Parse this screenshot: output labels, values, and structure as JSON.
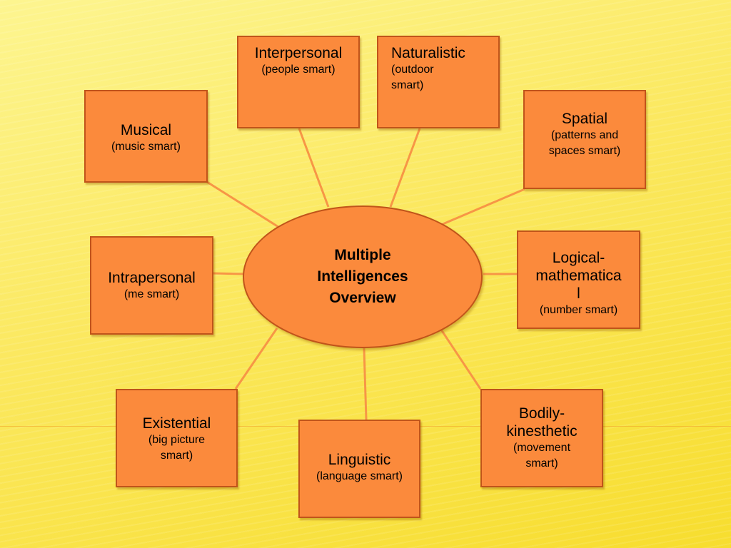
{
  "center": {
    "lines": [
      "Multiple",
      "Intelligences",
      "Overview"
    ]
  },
  "nodes": {
    "interpersonal": {
      "title": "Interpersonal",
      "sub": "(people smart)"
    },
    "naturalistic": {
      "title": "Naturalistic",
      "sub_lines": [
        "(outdoor",
        "smart)"
      ]
    },
    "musical": {
      "title": "Musical",
      "sub": "(music smart)"
    },
    "spatial": {
      "title": "Spatial",
      "sub_lines": [
        "(patterns and",
        "spaces smart)"
      ]
    },
    "intrapersonal": {
      "title": "Intrapersonal",
      "sub": "(me smart)"
    },
    "logical": {
      "title_lines": [
        "Logical-",
        "mathematica",
        "l"
      ],
      "sub": "(number smart)"
    },
    "existential": {
      "title": "Existential",
      "sub_lines": [
        "(big picture",
        "smart)"
      ]
    },
    "linguistic": {
      "title": "Linguistic",
      "sub": "(language smart)"
    },
    "bodily": {
      "title_lines": [
        "Bodily-",
        "kinesthetic"
      ],
      "sub_lines": [
        "(movement",
        "smart)"
      ]
    }
  },
  "colors": {
    "box_fill": "#fb8a3c",
    "box_border": "#c0541a",
    "connector": "#f79646",
    "background": "#fbe85f"
  }
}
